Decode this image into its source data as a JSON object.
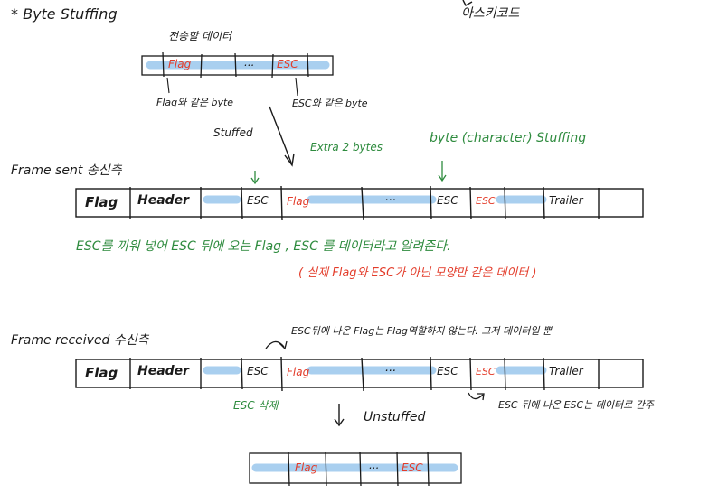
{
  "top_right_note": "아스키코드",
  "title": "* Byte Stuffing",
  "data_to_send_label": "전송할 데이터",
  "original": {
    "cells": [
      {
        "text": "Flag",
        "color": "red"
      },
      {
        "text": "...",
        "color": "black"
      },
      {
        "text": "ESC",
        "color": "red"
      }
    ]
  },
  "flag_same_byte_label": "Flag와 같은 byte",
  "esc_same_byte_label": "ESC와 같은 byte",
  "stuffed_label": "Stuffed",
  "extra_bytes_label": "Extra 2 bytes",
  "byte_stuffing_label": "byte (character) Stuffing",
  "frame_sent_label": "Frame sent 송신측",
  "sent_frame": {
    "cells": [
      "Flag",
      "Header",
      "",
      "ESC",
      "Flag",
      "...",
      "ESC",
      "ESC",
      "",
      "Trailer",
      ""
    ]
  },
  "green_note": "ESC를 끼워 넣어  ESC 뒤에 오는  Flag , ESC 를  데이터라고  알려준다.",
  "red_note": "( 실제 Flag와 ESC가 아닌 모양만 같은 데이터 )",
  "frame_received_label": "Frame received 수신측",
  "received_note": "ESC뒤에 나온 Flag는 Flag역할하지 않는다. 그저 데이터일 뿐",
  "received_frame": {
    "cells": [
      "Flag",
      "Header",
      "",
      "ESC",
      "Flag",
      "...",
      "ESC",
      "ESC",
      "",
      "Trailer",
      ""
    ]
  },
  "esc_delete_label": "ESC 삭제",
  "esc_after_label": "ESC 뒤에 나온 ESC는 데이터로 간주",
  "unstuffed_label": "Unstuffed",
  "result": {
    "cells": [
      {
        "text": "Flag",
        "color": "red"
      },
      {
        "text": "...",
        "color": "black"
      },
      {
        "text": "ESC",
        "color": "red"
      }
    ]
  },
  "colors": {
    "red": "#e33c2a",
    "green": "#2e8b3e",
    "blue": "#a9cfef",
    "black": "#1a1a1a"
  }
}
